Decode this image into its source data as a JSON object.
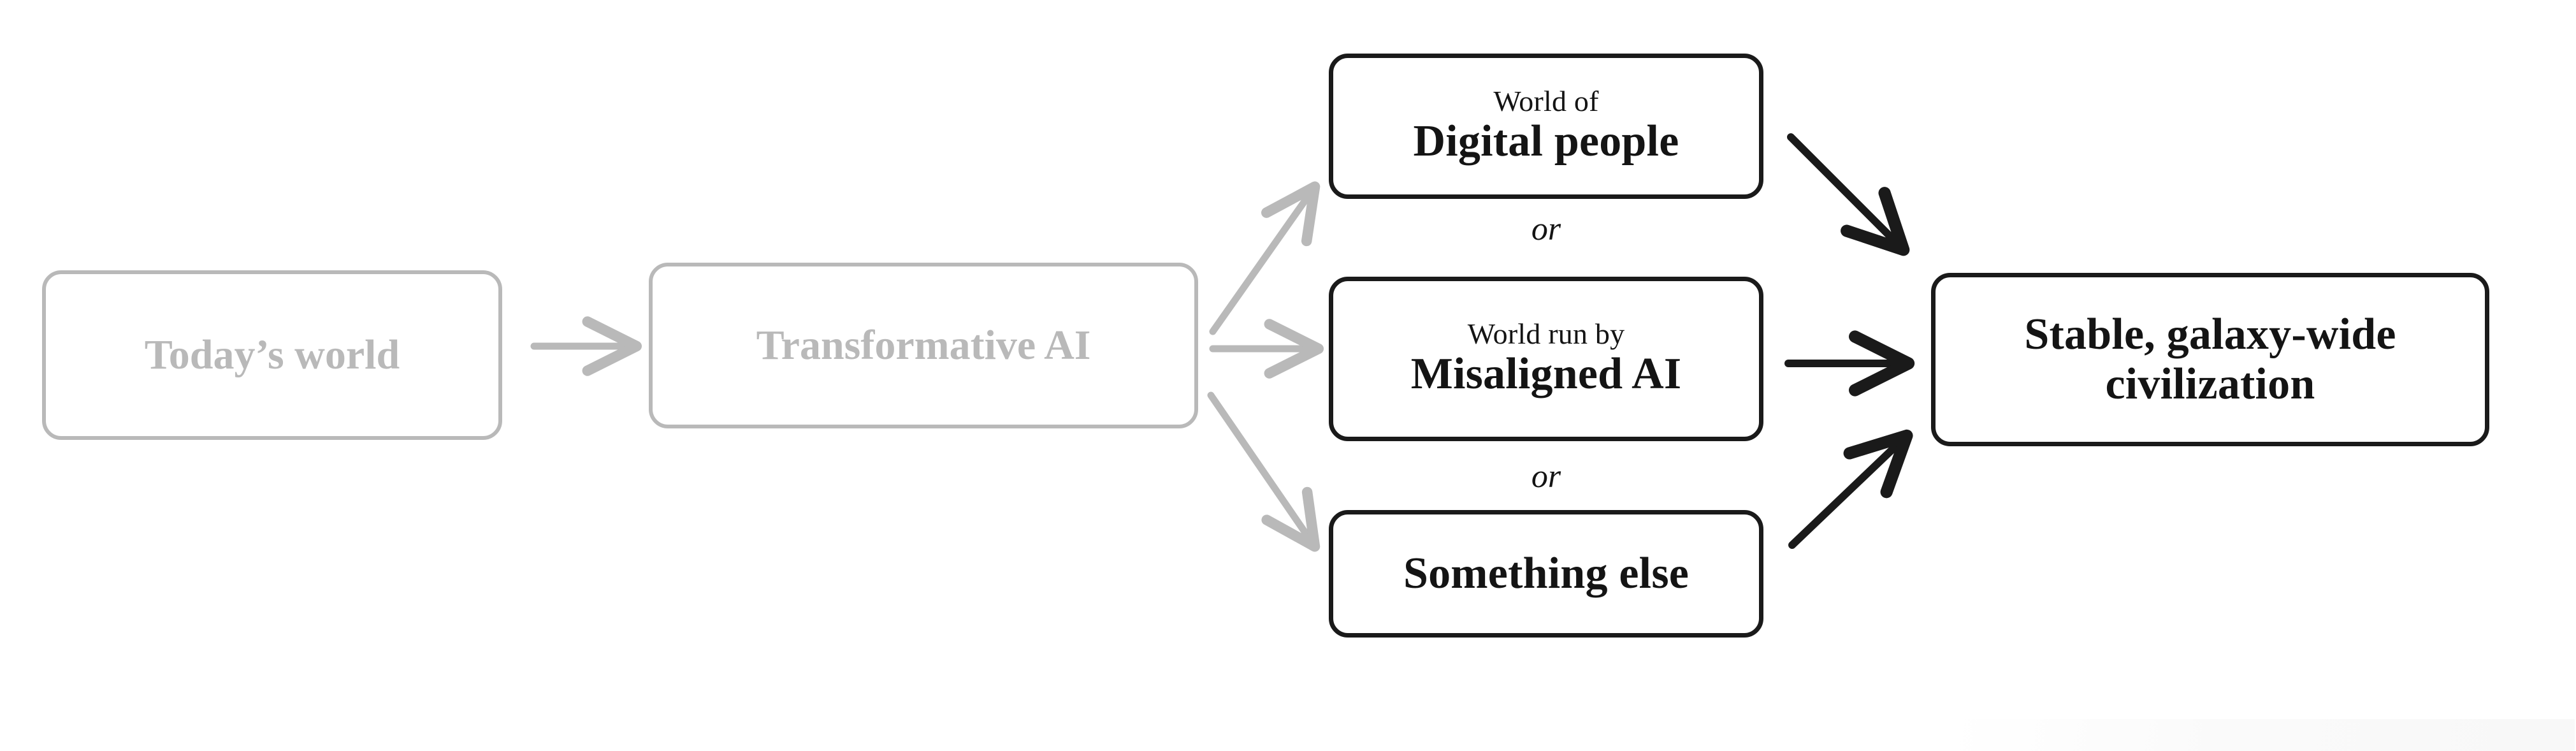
{
  "diagram": {
    "title_text": "",
    "colors": {
      "faded_stroke": "#b9b9b9",
      "faded_text": "#b9b9b9",
      "solid_stroke": "#1a1a1a",
      "solid_text": "#141414",
      "background": "#ffffff"
    },
    "nodes": [
      {
        "id": "todays-world",
        "style": "faded",
        "lines": [
          {
            "text": "Today’s world",
            "emphasis": "bold"
          }
        ]
      },
      {
        "id": "transformative-ai",
        "style": "faded",
        "lines": [
          {
            "text": "Transformative AI",
            "emphasis": "bold"
          }
        ]
      },
      {
        "id": "digital-people",
        "style": "solid",
        "lines": [
          {
            "text": "World of",
            "emphasis": "regular"
          },
          {
            "text": "Digital people",
            "emphasis": "bold"
          }
        ]
      },
      {
        "id": "misaligned-ai",
        "style": "solid",
        "lines": [
          {
            "text": "World run by",
            "emphasis": "regular"
          },
          {
            "text": "Misaligned AI",
            "emphasis": "bold"
          }
        ]
      },
      {
        "id": "something-else",
        "style": "solid",
        "lines": [
          {
            "text": "Something else",
            "emphasis": "bold"
          }
        ]
      },
      {
        "id": "stable-civilization",
        "style": "solid",
        "lines": [
          {
            "text": "Stable, galaxy-wide",
            "emphasis": "bold"
          },
          {
            "text": "civilization",
            "emphasis": "bold"
          }
        ]
      }
    ],
    "separators": [
      {
        "id": "or-1",
        "text": "or"
      },
      {
        "id": "or-2",
        "text": "or"
      }
    ],
    "edges": [
      {
        "id": "todays-world-to-transformative-ai",
        "color": "#b9b9b9"
      },
      {
        "id": "transformative-ai-to-digital-people",
        "color": "#b9b9b9"
      },
      {
        "id": "transformative-ai-to-misaligned-ai",
        "color": "#b9b9b9"
      },
      {
        "id": "transformative-ai-to-something-else",
        "color": "#b9b9b9"
      },
      {
        "id": "digital-people-to-stable-civilization",
        "color": "#1a1a1a"
      },
      {
        "id": "misaligned-ai-to-stable-civilization",
        "color": "#1a1a1a"
      },
      {
        "id": "something-else-to-stable-civilization",
        "color": "#1a1a1a"
      }
    ]
  }
}
